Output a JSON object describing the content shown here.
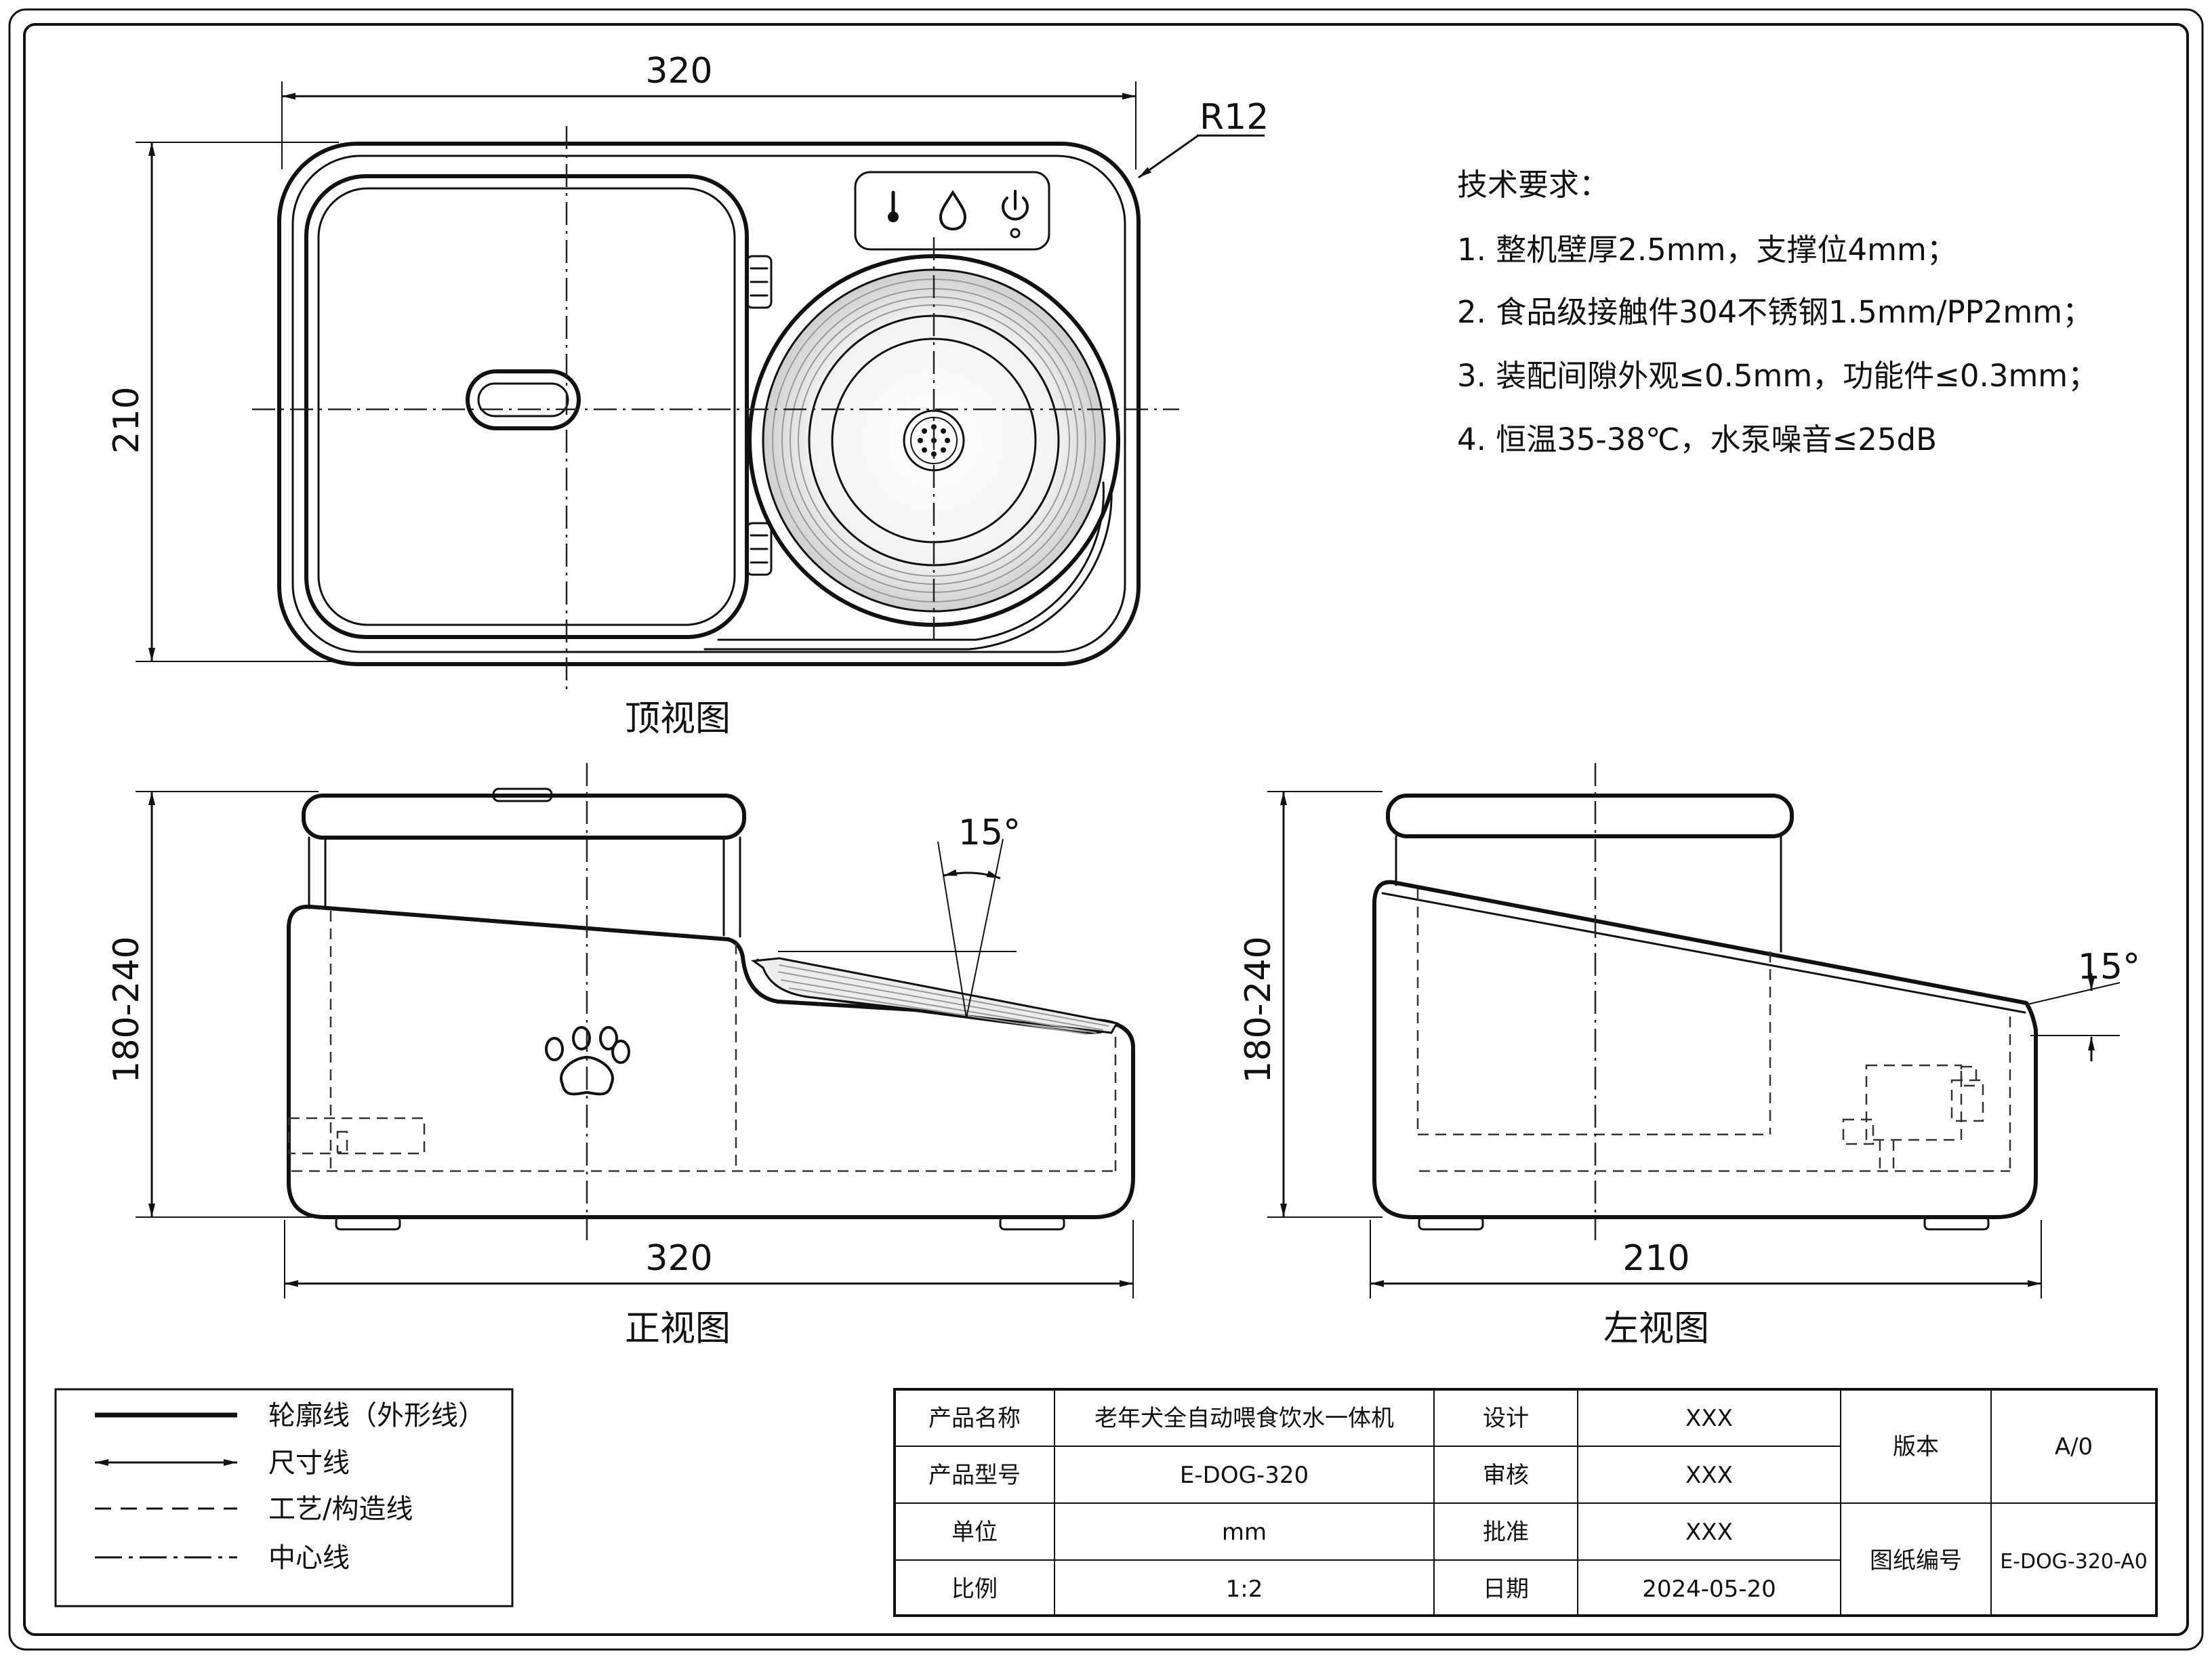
{
  "drawing": {
    "views": {
      "top": "顶视图",
      "front": "正视图",
      "left": "左视图"
    },
    "dimensions": {
      "top_width": "320",
      "top_depth": "210",
      "corner_radius": "R12",
      "front_height": "180-240",
      "front_width": "320",
      "front_angle": "15°",
      "side_height": "180-240",
      "side_width": "210",
      "side_angle": "15°"
    },
    "requirements": {
      "title": "技术要求：",
      "items": [
        "1.  整机壁厚2.5mm，支撑位4mm；",
        "2.  食品级接触件304不锈钢1.5mm/PP2mm；",
        "3.  装配间隙外观≤0.5mm，功能件≤0.3mm；",
        "4.  恒温35-38℃，水泵噪音≤25dB"
      ]
    }
  },
  "legend": [
    {
      "icon": "solid-line-icon",
      "label": "轮廓线（外形线）"
    },
    {
      "icon": "dimension-arrow-icon",
      "label": "尺寸线"
    },
    {
      "icon": "dashed-line-icon",
      "label": "工艺/构造线"
    },
    {
      "icon": "center-line-icon",
      "label": "中心线"
    }
  ],
  "title_block": {
    "product_name_label": "产品名称",
    "product_name": "老年犬全自动喂食饮水一体机",
    "model_label": "产品型号",
    "model": "E-DOG-320",
    "unit_label": "单位",
    "unit": "mm",
    "scale_label": "比例",
    "scale": "1:2",
    "design_label": "设计",
    "design": "XXX",
    "review_label": "审核",
    "review": "XXX",
    "approve_label": "批准",
    "approve": "XXX",
    "date_label": "日期",
    "date": "2024-05-20",
    "version_label": "版本",
    "version": "A/0",
    "drawing_no_label": "图纸编号",
    "drawing_no": "E-DOG-320-A0"
  },
  "panel_icons": [
    "thermometer-icon",
    "water-drop-icon",
    "power-icon"
  ]
}
